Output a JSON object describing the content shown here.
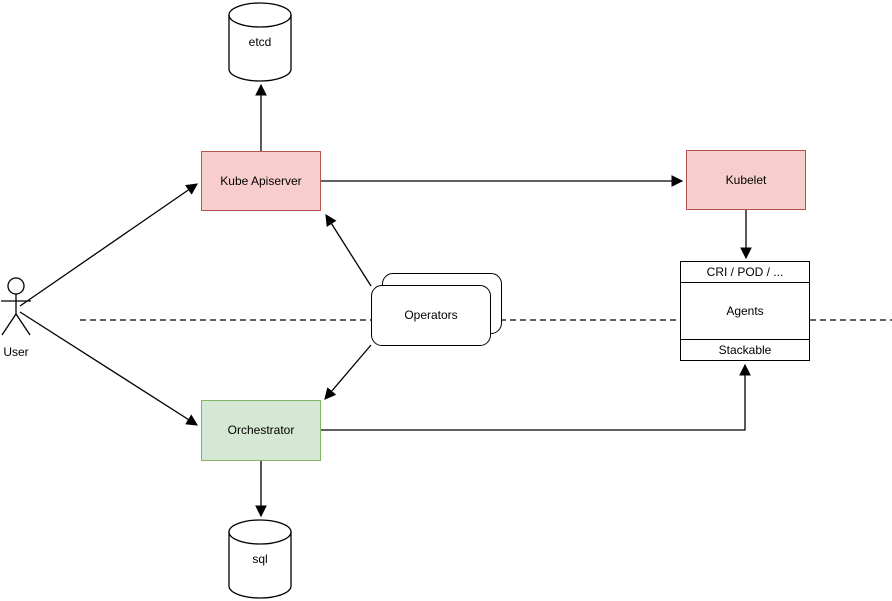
{
  "diagram": {
    "colors": {
      "background": "#ffffff",
      "pink_fill": "#f8cecc",
      "pink_stroke": "#b85450",
      "green_fill": "#d5e8d4",
      "green_stroke": "#82b366",
      "line": "#000000"
    },
    "nodes": {
      "user": {
        "label": "User"
      },
      "etcd": {
        "label": "etcd"
      },
      "kube_apiserver": {
        "label": "Kube Apiserver"
      },
      "kubelet": {
        "label": "Kubelet"
      },
      "operators": {
        "label": "Operators"
      },
      "orchestrator": {
        "label": "Orchestrator"
      },
      "sql": {
        "label": "sql"
      },
      "stack": {
        "row_top": "CRI / POD / ...",
        "row_middle": "Agents",
        "row_bottom": "Stackable"
      }
    }
  }
}
